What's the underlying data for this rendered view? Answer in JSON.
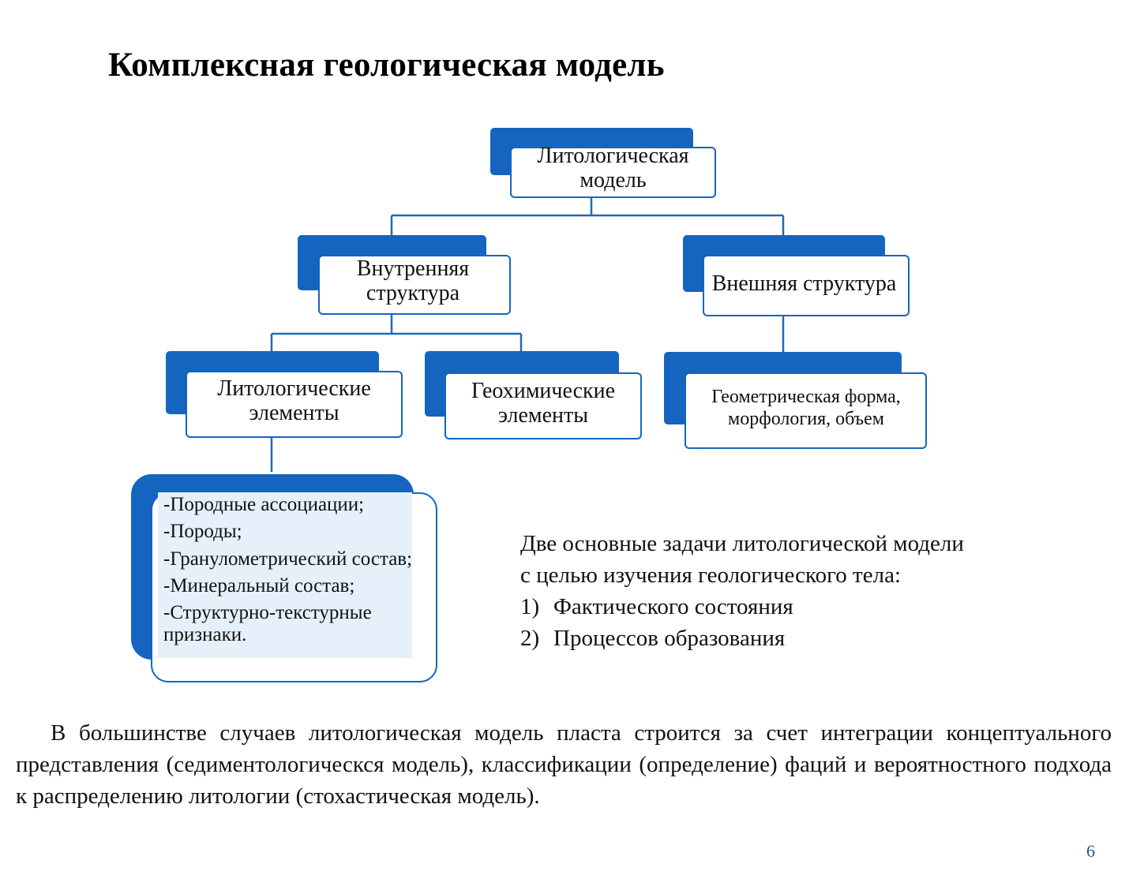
{
  "title": "Комплексная геологическая модель",
  "nodes": {
    "root": "Литологическая модель",
    "internal": "Внутренняя структура",
    "external": "Внешняя структура",
    "litho_elements": "Литологические элементы",
    "geochem_elements": "Геохимические элементы",
    "geometry": "Геометрическая форма, морфология, объем"
  },
  "litho_details": [
    "-Породные ассоциации;",
    "-Породы;",
    "-Гранулометрический состав;",
    "-Минеральный состав;",
    "-Структурно-текстурные признаки."
  ],
  "tasks": {
    "intro": [
      "Две основные задачи литологической модели",
      "с целью изучения геологического тела:"
    ],
    "items": [
      {
        "num": "1)",
        "text": "Фактического состояния"
      },
      {
        "num": "2)",
        "text": "Процессов образования"
      }
    ]
  },
  "paragraph": "В большинстве случаев литологическая модель пласта строится за счет интеграции концептуального представления (седиментологическся модель), классификации (определение) фаций и вероятностного подхода к распределению литологии (стохастическая модель).",
  "page_number": "6",
  "colors": {
    "accent": "#1565c0",
    "light_fill": "#e6f0fa",
    "page_number": "#1a5e8a"
  }
}
